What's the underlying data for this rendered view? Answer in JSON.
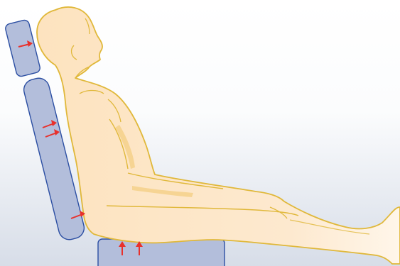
{
  "colors": {
    "background_top": "#ffffff",
    "background_bottom": "#d7dde8",
    "support_pad_fill": "#b3bedb",
    "support_pad_stroke": "#2c4fa3",
    "body_fill": "#fde6c6",
    "body_highlight": "#fff3e0",
    "body_outline": "#e0b83a",
    "arrow": "#e8312c"
  },
  "support_pads": [
    {
      "name": "head-support-pad",
      "pressure_arrows": 1
    },
    {
      "name": "back-support-pad",
      "pressure_arrows": 3
    },
    {
      "name": "seat-support-pad",
      "pressure_arrows": 2
    }
  ]
}
